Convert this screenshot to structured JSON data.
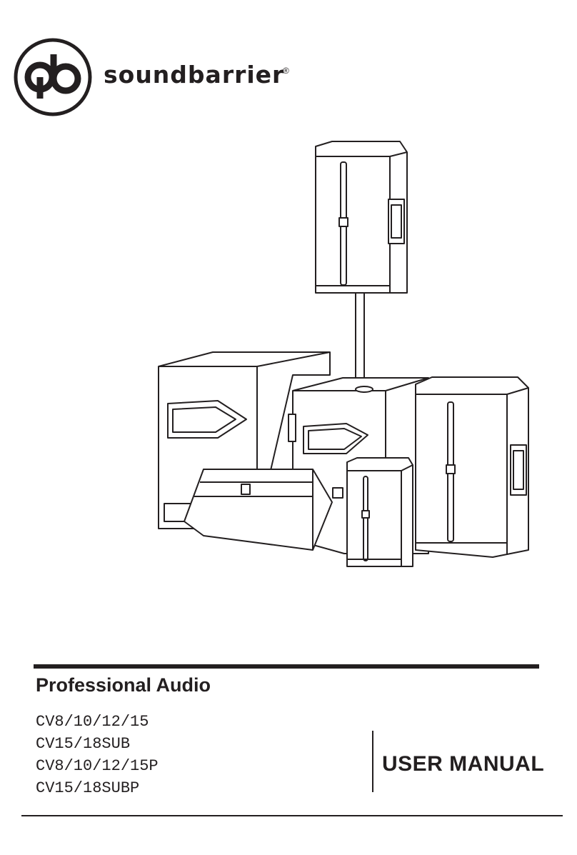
{
  "brand": {
    "name": "soundbarrier",
    "registered": "®",
    "logo_icon": "sb-circle-logo-icon"
  },
  "illustration": {
    "icon": "speaker-family-line-drawing"
  },
  "cover": {
    "subtitle": "Professional Audio",
    "models": [
      "CV8/10/12/15",
      "CV15/18SUB",
      "CV8/10/12/15P",
      "CV15/18SUBP"
    ],
    "document_type": "USER MANUAL"
  }
}
